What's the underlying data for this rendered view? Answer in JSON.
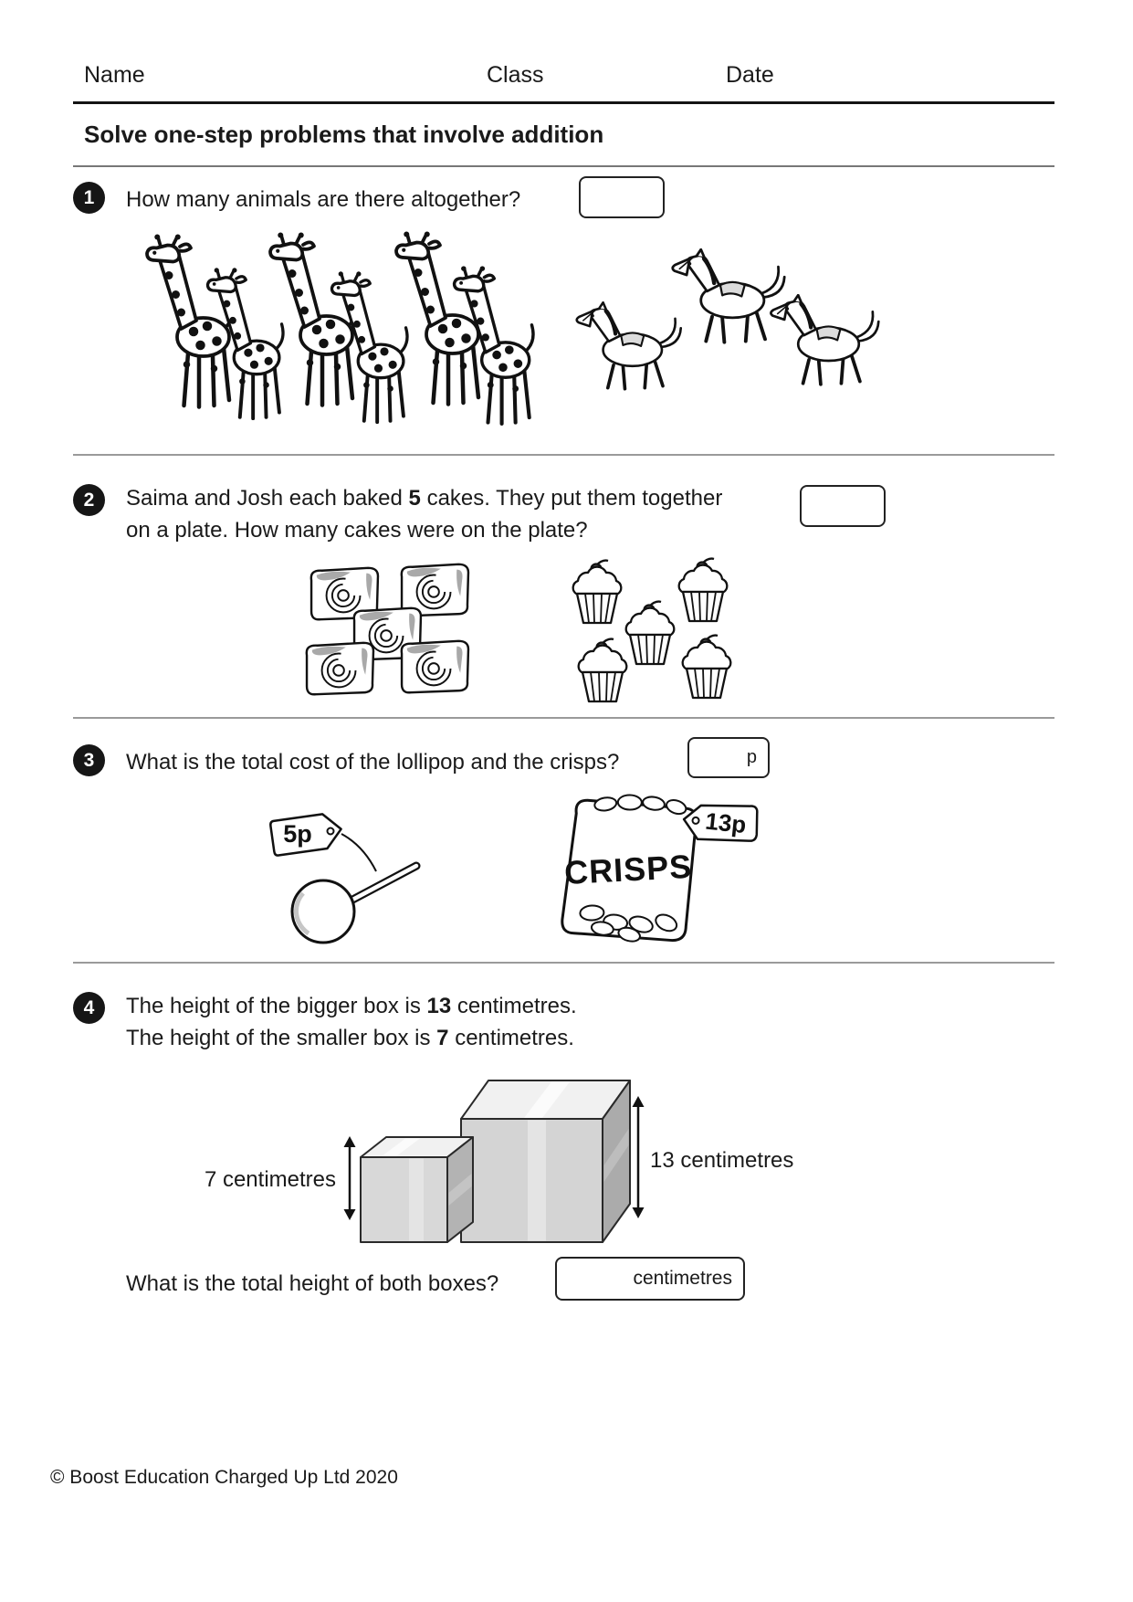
{
  "header": {
    "name_label": "Name",
    "class_label": "Class",
    "date_label": "Date"
  },
  "title": "Solve one-step problems that involve addition",
  "footer": "© Boost Education Charged Up Ltd 2020",
  "q1": {
    "number": "1",
    "text": "How many animals are there altogether?"
  },
  "q2": {
    "number": "2",
    "line1_pre": "Saima and Josh each baked ",
    "line1_bold": "5",
    "line1_post": " cakes. They put them together",
    "line2": "on a plate. How many cakes were on the plate?"
  },
  "q3": {
    "number": "3",
    "text": "What is the total cost of the lollipop and the crisps?",
    "answer_unit": "p",
    "lollipop_price": "5p",
    "crisps_price": "13p",
    "crisps_label": "CRISPS"
  },
  "q4": {
    "number": "4",
    "line1_pre": "The height of the bigger box is ",
    "line1_bold": "13",
    "line1_post": " centimetres.",
    "line2_pre": "The height of the smaller box is ",
    "line2_bold": "7",
    "line2_post": " centimetres.",
    "small_box_label": "7 centimetres",
    "big_box_label": "13 centimetres",
    "question": "What is the total height of both boxes?",
    "answer_unit": "centimetres"
  }
}
